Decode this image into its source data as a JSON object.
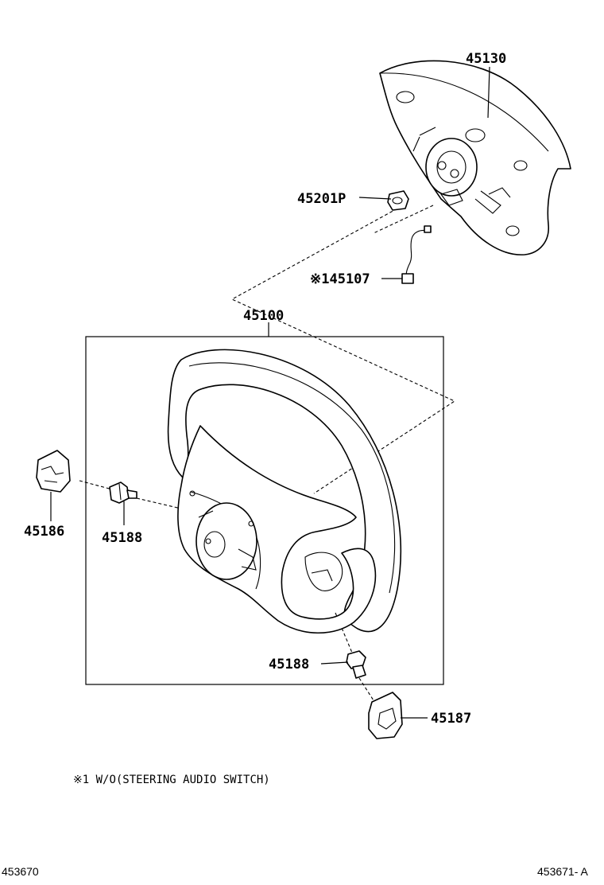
{
  "labels": {
    "pad": "45130",
    "nut": "45201P",
    "wire": "※145107",
    "wheel": "45100",
    "cover_left": "45186",
    "screw_left": "45188",
    "screw_lower": "45188",
    "cover_right": "45187"
  },
  "note": "※1 W/O(STEERING AUDIO SWITCH)",
  "footer": {
    "left_code": "453670",
    "right_code": "453671- A"
  }
}
